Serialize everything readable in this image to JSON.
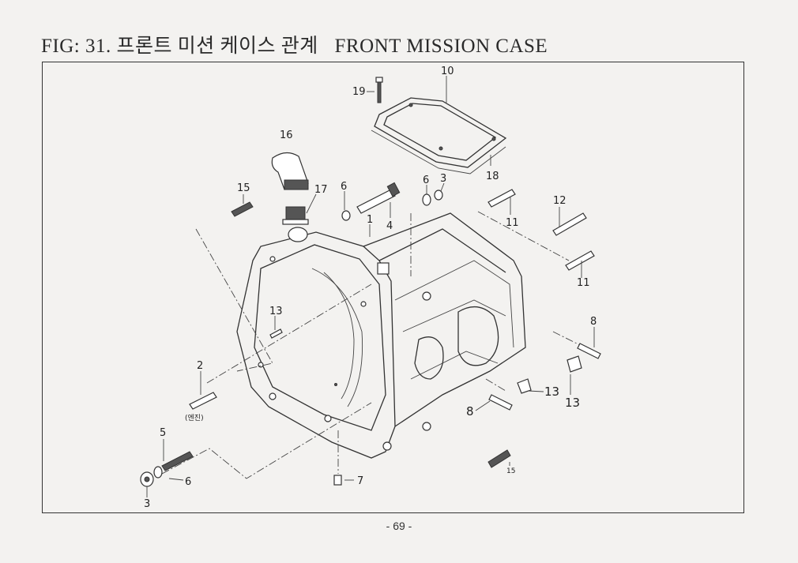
{
  "figure": {
    "number_label": "FIG: 31.",
    "title_korean": "프론트 미션 케이스 관계",
    "title_english": "FRONT MISSION CASE"
  },
  "callouts": [
    {
      "id": "c19",
      "text": "19"
    },
    {
      "id": "c10",
      "text": "10"
    },
    {
      "id": "c16",
      "text": "16"
    },
    {
      "id": "c18",
      "text": "18"
    },
    {
      "id": "c15a",
      "text": "15"
    },
    {
      "id": "c17",
      "text": "17"
    },
    {
      "id": "c6a",
      "text": "6"
    },
    {
      "id": "c6b",
      "text": "6"
    },
    {
      "id": "c3a",
      "text": "3"
    },
    {
      "id": "c1",
      "text": "1"
    },
    {
      "id": "c4",
      "text": "4"
    },
    {
      "id": "c11a",
      "text": "11"
    },
    {
      "id": "c12",
      "text": "12"
    },
    {
      "id": "c11b",
      "text": "11"
    },
    {
      "id": "c13a",
      "text": "13"
    },
    {
      "id": "c8a",
      "text": "8"
    },
    {
      "id": "c2",
      "text": "2"
    },
    {
      "id": "c_engine",
      "text": "(엔진)"
    },
    {
      "id": "c13b",
      "text": "13"
    },
    {
      "id": "c13c",
      "text": "13"
    },
    {
      "id": "c8b",
      "text": "8"
    },
    {
      "id": "c5",
      "text": "5"
    },
    {
      "id": "c6c",
      "text": "6"
    },
    {
      "id": "c3b",
      "text": "3"
    },
    {
      "id": "c7",
      "text": "7"
    },
    {
      "id": "c15b",
      "text": "15"
    }
  ],
  "page": {
    "number": "- 69 -"
  }
}
